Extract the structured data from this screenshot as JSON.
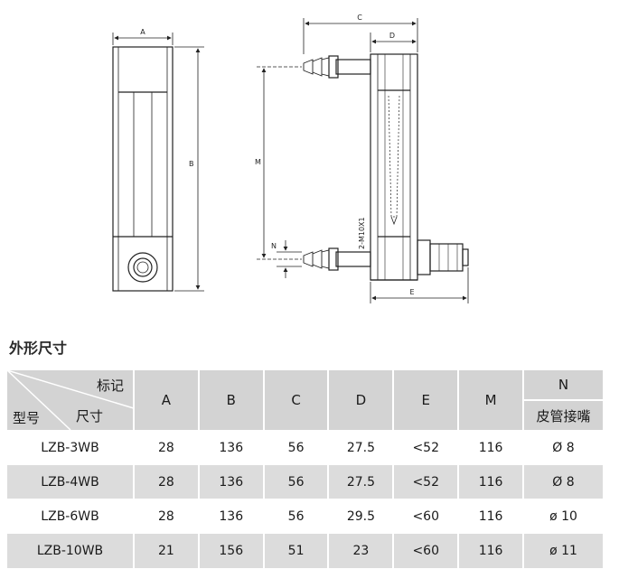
{
  "drawing": {
    "dims": {
      "a": "A",
      "b": "B",
      "c": "C",
      "d": "D",
      "e": "E",
      "m": "M",
      "n": "N",
      "thread": "2-M10X1"
    }
  },
  "section_title": "外形尺寸",
  "table": {
    "corner": {
      "top": "标记",
      "middle": "尺寸",
      "bottom": "型号"
    },
    "columns": [
      "A",
      "B",
      "C",
      "D",
      "E",
      "M"
    ],
    "n_column": {
      "top": "N",
      "bottom": "皮管接嘴"
    },
    "rows": [
      {
        "model": "LZB-3WB",
        "a": "28",
        "b": "136",
        "c": "56",
        "d": "27.5",
        "e": "<52",
        "m": "116",
        "n": "Ø 8"
      },
      {
        "model": "LZB-4WB",
        "a": "28",
        "b": "136",
        "c": "56",
        "d": "27.5",
        "e": "<52",
        "m": "116",
        "n": "Ø 8"
      },
      {
        "model": "LZB-6WB",
        "a": "28",
        "b": "136",
        "c": "56",
        "d": "29.5",
        "e": "<60",
        "m": "116",
        "n": "ø 10"
      },
      {
        "model": "LZB-10WB",
        "a": "21",
        "b": "156",
        "c": "51",
        "d": "23",
        "e": "<60",
        "m": "116",
        "n": "ø 11"
      }
    ]
  }
}
